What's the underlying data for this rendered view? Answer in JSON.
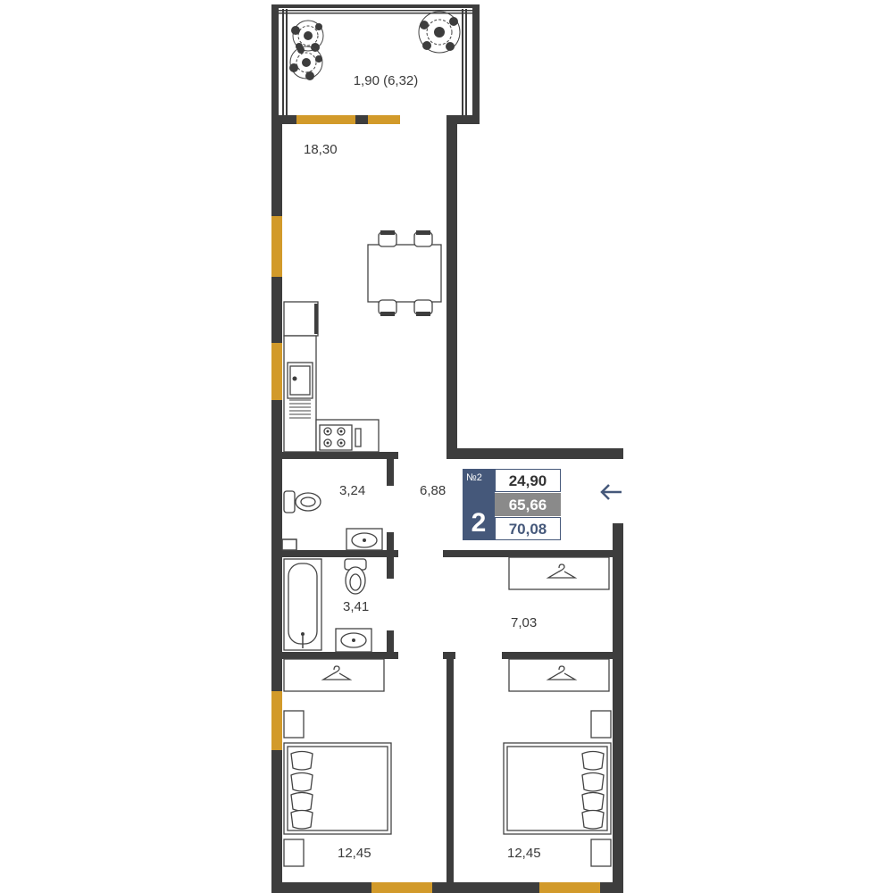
{
  "rooms": {
    "balcony": "1,90 (6,32)",
    "kitchen_living": "18,30",
    "toilet": "3,24",
    "hall": "6,88",
    "bathroom": "3,41",
    "corridor": "7,03",
    "bedroom_left": "12,45",
    "bedroom_right": "12,45"
  },
  "badge": {
    "number_label": "№2",
    "rooms_count": "2",
    "living_area": "24,90",
    "total_area": "65,66",
    "total_area_with_balcony": "70,08"
  },
  "colors": {
    "wall": "#3d3d3d",
    "window": "#d29a2a",
    "badge": "#45587a",
    "badge_grey": "#8a8a8a"
  },
  "icons": [
    "plant-icon",
    "dining-table-icon",
    "fridge-icon",
    "sink-icon",
    "stove-icon",
    "toilet-icon",
    "washbasin-icon",
    "bathtub-icon",
    "hanger-icon",
    "bed-icon",
    "nightstand-icon",
    "entrance-arrow-icon"
  ]
}
